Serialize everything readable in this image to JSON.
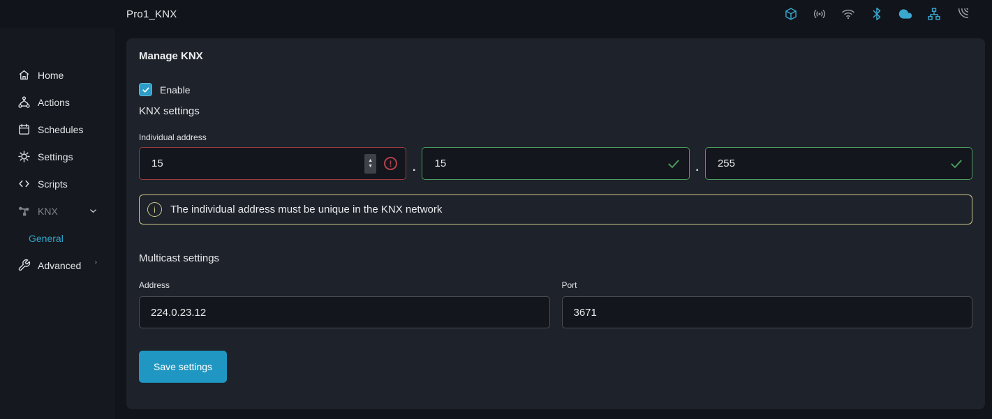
{
  "topbar": {
    "title": "Pro1_KNX",
    "icons": [
      {
        "name": "package-icon",
        "state": "active"
      },
      {
        "name": "broadcast-icon",
        "state": "inactive"
      },
      {
        "name": "wifi-icon",
        "state": "inactive"
      },
      {
        "name": "bluetooth-icon",
        "state": "active"
      },
      {
        "name": "cloud-icon",
        "state": "active"
      },
      {
        "name": "network-icon",
        "state": "active"
      },
      {
        "name": "signal-icon",
        "state": "inactive"
      }
    ]
  },
  "sidebar": {
    "items": [
      {
        "label": "Home",
        "icon": "home-icon"
      },
      {
        "label": "Actions",
        "icon": "actions-icon"
      },
      {
        "label": "Schedules",
        "icon": "calendar-icon"
      },
      {
        "label": "Settings",
        "icon": "gear-icon"
      },
      {
        "label": "Scripts",
        "icon": "code-icon"
      },
      {
        "label": "KNX",
        "icon": "knx-icon",
        "muted": true,
        "expanded": true
      },
      {
        "label": "General",
        "active": true,
        "child_of": "KNX"
      },
      {
        "label": "Advanced",
        "icon": "wrench-icon",
        "collapsed": true
      }
    ]
  },
  "main": {
    "card_title": "Manage KNX",
    "enable": {
      "label": "Enable",
      "checked": true
    },
    "knx_settings_title": "KNX settings",
    "individual_address": {
      "label": "Individual address",
      "separator": ".",
      "segments": [
        {
          "value": "15",
          "status": "error"
        },
        {
          "value": "15",
          "status": "valid"
        },
        {
          "value": "255",
          "status": "valid"
        }
      ]
    },
    "info_message": "The individual address must be unique in the KNX network",
    "multicast": {
      "title": "Multicast settings",
      "address": {
        "label": "Address",
        "value": "224.0.23.12"
      },
      "port": {
        "label": "Port",
        "value": "3671"
      }
    },
    "save_button_label": "Save settings"
  },
  "colors": {
    "accent": "#2b9dc7",
    "error_border": "#9d3c41",
    "valid_border": "#4c9e5f",
    "info_border": "#cfc98c",
    "active_link": "#35a4c8",
    "card_bg": "#1e222a",
    "page_bg": "#11141a"
  }
}
